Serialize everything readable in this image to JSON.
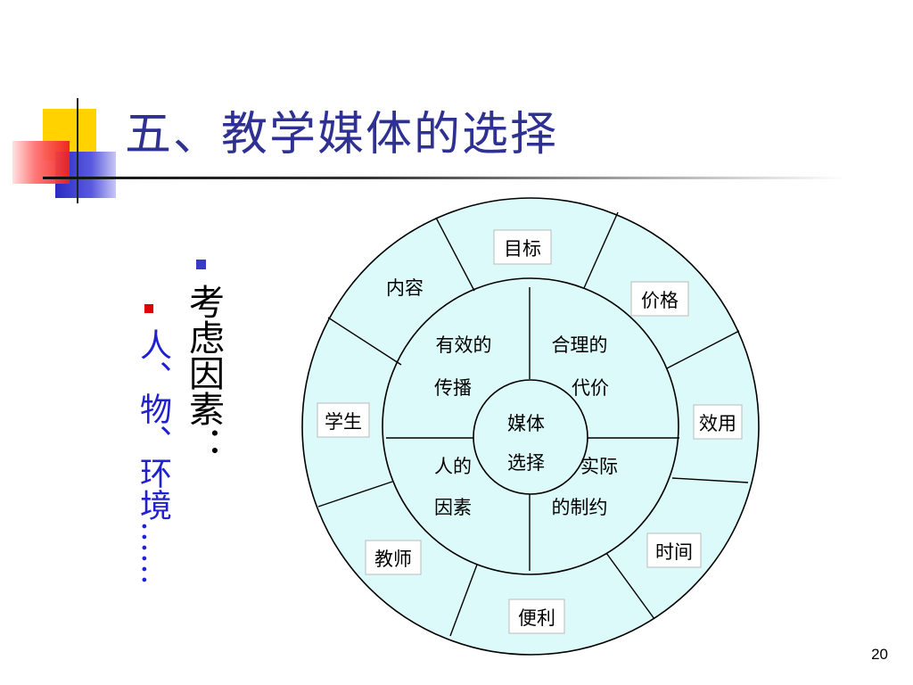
{
  "slide": {
    "title": "五、教学媒体的选择",
    "page_number": "20"
  },
  "bullets": [
    {
      "text": "考虑因素：",
      "marker_color": "#3a3ac8",
      "text_color": "#000000"
    },
    {
      "text": "人、物、环境……",
      "marker_color": "#e00000",
      "text_color": "#2020d0"
    }
  ],
  "diagram": {
    "center": [
      "媒体",
      "选择"
    ],
    "inner": [
      [
        "有效的",
        "传播"
      ],
      [
        "合理的",
        "代价"
      ],
      [
        "人的",
        "因素"
      ],
      [
        "实际",
        "的制约"
      ]
    ],
    "outer": [
      "目标",
      "价格",
      "效用",
      "时间",
      "便利",
      "教师",
      "学生",
      "内容"
    ],
    "fill_color": "#dcfaf9",
    "line_color": "#000000"
  },
  "colors": {
    "title": "#2e3192",
    "deco_yellow": "#ffd700",
    "deco_blue": "#3333cc",
    "deco_red": "#ff4444"
  }
}
